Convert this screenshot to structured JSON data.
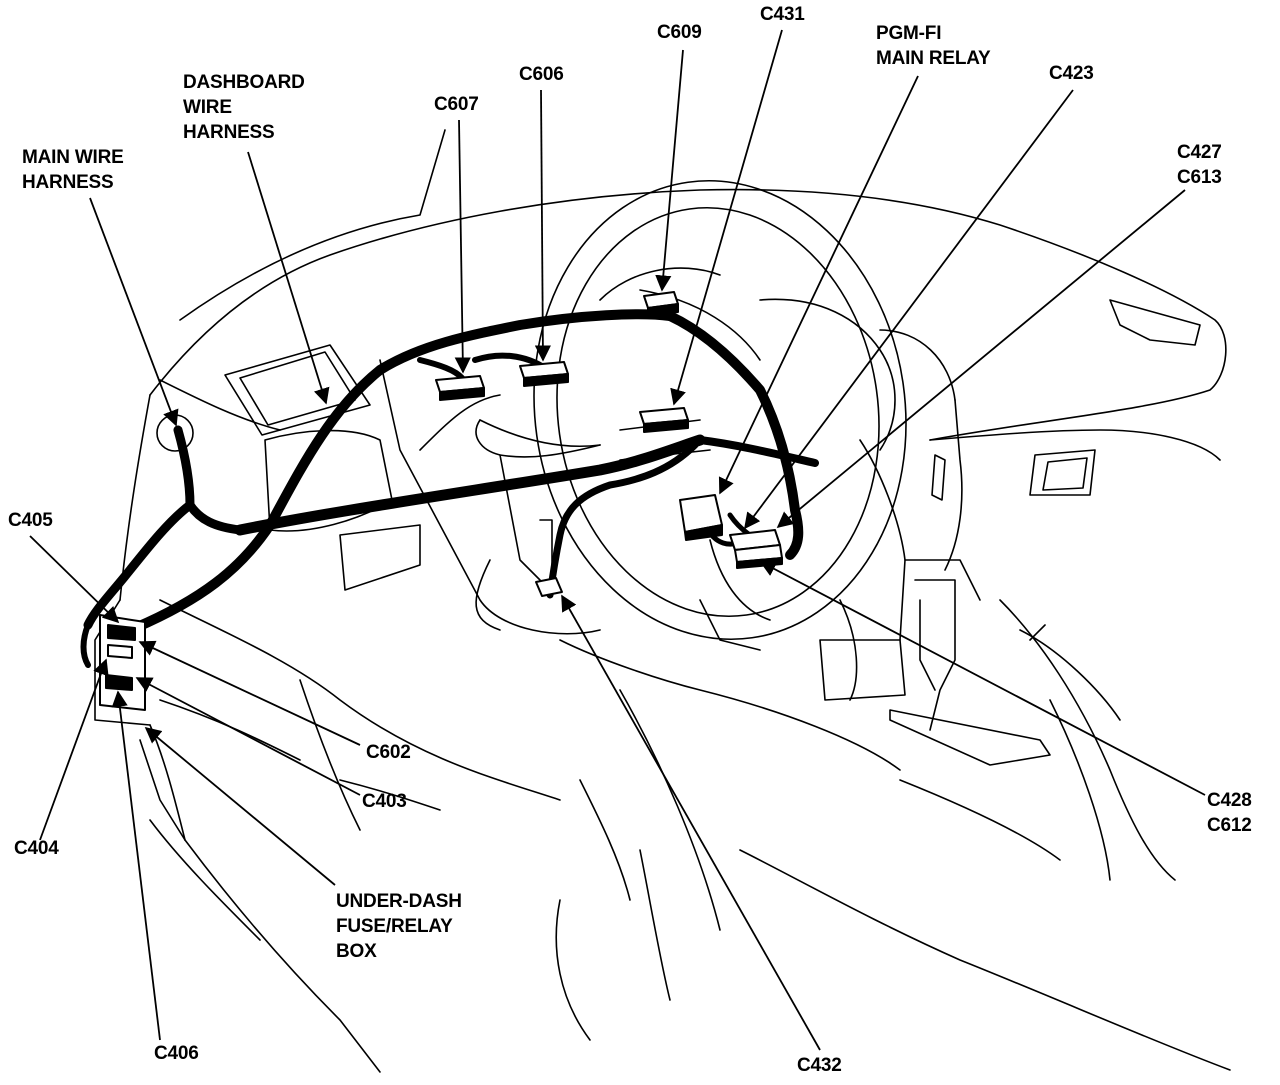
{
  "diagram": {
    "labels": {
      "main_wire_harness": [
        "MAIN WIRE",
        "HARNESS"
      ],
      "dashboard_wire_harness": [
        "DASHBOARD",
        "WIRE",
        "HARNESS"
      ],
      "c607": "C607",
      "c606": "C606",
      "c609": "C609",
      "c431": "C431",
      "pgm_fi_main_relay": [
        "PGM-FI",
        "MAIN RELAY"
      ],
      "c423": "C423",
      "c427_c613": [
        "C427",
        "C613"
      ],
      "c405": "C405",
      "c602": "C602",
      "c403": "C403",
      "c404": "C404",
      "under_dash_fuse_relay_box": [
        "UNDER-DASH",
        "FUSE/RELAY",
        "BOX"
      ],
      "c406": "C406",
      "c432": "C432",
      "c428_c612": [
        "C428",
        "C612"
      ]
    }
  }
}
